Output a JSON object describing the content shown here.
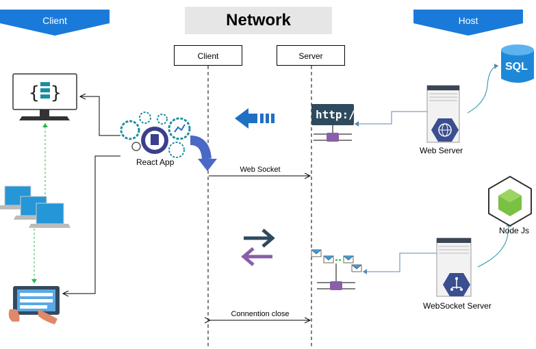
{
  "banners": {
    "client": "Client",
    "host": "Host"
  },
  "network_title": "Network",
  "lifelines": {
    "client": "Client",
    "server": "Server"
  },
  "messages": {
    "web_socket": "Web Socket",
    "connection_close": "Connention close"
  },
  "labels": {
    "react_app": "React App",
    "web_server": "Web Server",
    "websocket_server": "WebSocket Server",
    "node_js": "Node Js",
    "sql": "SQL",
    "http": "http://"
  },
  "colors": {
    "banner_blue": "#1a7ad9",
    "arrow_blue": "#1f6fc5",
    "arrow_dark": "#2e4a5e",
    "arrow_purple": "#8a5ea8",
    "teal": "#1b8ea0",
    "node_green": "#7ac043",
    "sql_blue": "#1e88d8"
  },
  "icons": [
    "code-monitor-icon",
    "laptops-icon",
    "tablet-icon",
    "gears-icon",
    "http-router-icon",
    "email-router-icon",
    "web-server-icon",
    "websocket-server-icon",
    "sql-database-icon",
    "nodejs-icon"
  ]
}
